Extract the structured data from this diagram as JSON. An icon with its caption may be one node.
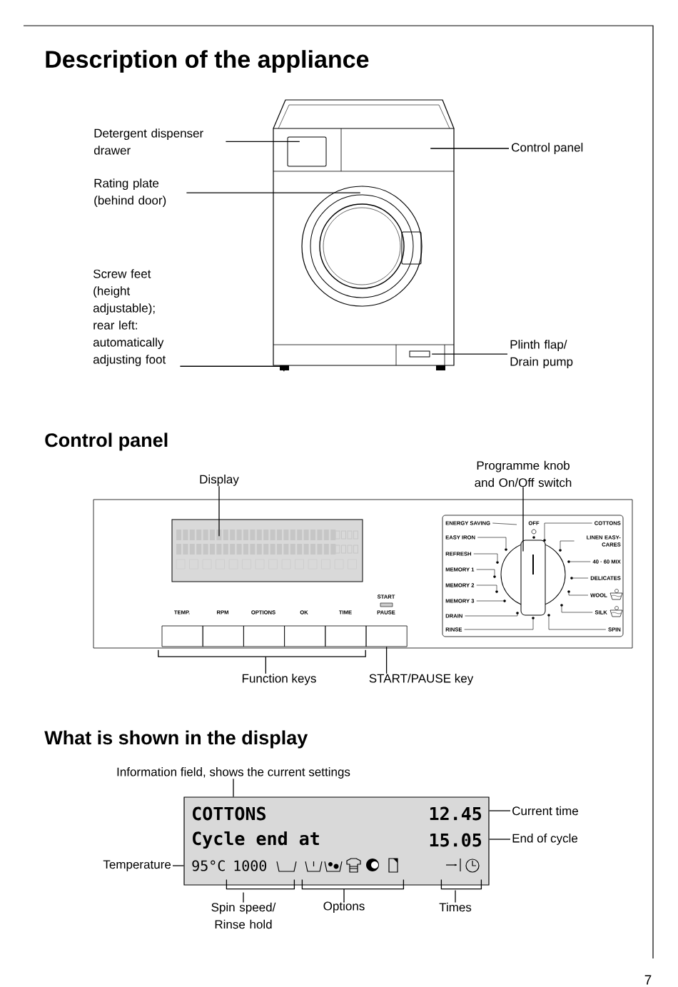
{
  "diagram": {
    "title": "Description of the appliance",
    "nodes": [
      {
        "text": [
          "Detergent dispenser drawer"
        ]
      },
      {
        "text": [
          "Rating plate (behind door)"
        ]
      },
      {
        "text": [
          "Screw feet (height adjustable); rear left: automatically adjusting foot"
        ]
      },
      {
        "text": [
          "Control panel"
        ]
      },
      {
        "text": [
          "Plinth flap/ Drain pump"
        ]
      },
      {
        "text": [
          "Display"
        ]
      },
      {
        "text": [
          "Programme knob and On/Off switch"
        ]
      },
      {
        "text": [
          "Function keys"
        ]
      },
      {
        "text": [
          "START/PAUSE key"
        ]
      },
      {
        "text": [
          "Information field, shows the current settings"
        ]
      },
      {
        "text": [
          "COTTONS",
          "12.45",
          "Cycle end at",
          "15.05",
          "95°C",
          "1000"
        ]
      },
      {
        "text": [
          "Current time"
        ]
      },
      {
        "text": [
          "End of cycle"
        ]
      },
      {
        "text": [
          "Temperature"
        ]
      },
      {
        "text": [
          "Spin speed/ Rinse hold"
        ]
      },
      {
        "text": [
          "Options"
        ]
      },
      {
        "text": [
          "Times"
        ]
      },
      {
        "text": [
          "ENERGY SAVING"
        ]
      },
      {
        "text": [
          "COTTONS"
        ]
      },
      {
        "text": [
          "EASY IRON"
        ]
      },
      {
        "text": [
          "LINEN EASY-CARES"
        ]
      },
      {
        "text": [
          "REFRESH"
        ]
      },
      {
        "text": [
          "40 · 60 MIX"
        ]
      },
      {
        "text": [
          "MEMORY 1"
        ]
      },
      {
        "text": [
          "DELICATES"
        ]
      },
      {
        "text": [
          "MEMORY 2"
        ]
      },
      {
        "text": [
          "WOOL"
        ]
      },
      {
        "text": [
          "MEMORY 3"
        ]
      },
      {
        "text": [
          "SILK"
        ]
      },
      {
        "text": [
          "DRAIN"
        ]
      },
      {
        "text": [
          "RINSE"
        ]
      },
      {
        "text": [
          "SPIN"
        ]
      },
      {
        "text": [],
        "shape": "box"
      },
      {
        "text": [],
        "shape": "box"
      },
      {
        "text": [],
        "shape": "box"
      },
      {
        "text": [],
        "shape": "box"
      },
      {
        "text": [],
        "shape": "box"
      },
      {
        "text": [],
        "shape": "box"
      },
      {
        "text": [],
        "shape": "picture"
      },
      {
        "text": [],
        "shape": "circle"
      },
      {
        "text": [],
        "shape": "circle"
      },
      {
        "text": [],
        "shape": "circle"
      },
      {
        "text": [],
        "shape": "circle"
      },
      {
        "text": [],
        "shape": "circle"
      },
      {
        "text": [],
        "shape": "circle"
      },
      {
        "text": [],
        "shape": "circle"
      },
      {
        "text": [],
        "shape": "circle"
      },
      {
        "text": [],
        "shape": "circle"
      },
      {
        "text": [],
        "shape": "circle"
      },
      {
        "text": [],
        "shape": "circle"
      },
      {
        "text": [],
        "shape": "circle"
      },
      {
        "text": [],
        "shape": "circle"
      },
      {
        "text": [],
        "shape": "circle"
      },
      {
        "text": [],
        "shape": "bar"
      }
    ],
    "edges": [
      {
        "from": 0,
        "to": 38,
        "arrow": "none"
      },
      {
        "from": 1,
        "to": 38,
        "arrow": "none"
      },
      {
        "from": 2,
        "to": 38,
        "arrow": "none"
      },
      {
        "from": 3,
        "to": 38,
        "arrow": "none"
      },
      {
        "from": 4,
        "to": 38,
        "arrow": "none"
      },
      {
        "from": 5,
        "to": null,
        "arrow": "none"
      },
      {
        "from": 6,
        "to": null,
        "arrow": "none"
      },
      {
        "from": 7,
        "to": 53,
        "arrow": "none"
      },
      {
        "from": 8,
        "to": 37,
        "arrow": "none"
      },
      {
        "from": 9,
        "to": 10,
        "arrow": "none"
      },
      {
        "from": 11,
        "to": 10,
        "arrow": "none"
      },
      {
        "from": 12,
        "to": 10,
        "arrow": "none"
      },
      {
        "from": 13,
        "to": 10,
        "arrow": "none"
      },
      {
        "from": 14,
        "to": 10,
        "arrow": "none"
      },
      {
        "from": 15,
        "to": 10,
        "arrow": "none"
      },
      {
        "from": 16,
        "to": 10,
        "arrow": "none"
      },
      {
        "from": 17,
        "to": null,
        "arrow": "none"
      },
      {
        "from": 18,
        "to": 39,
        "arrow": "none"
      },
      {
        "from": 19,
        "to": 40,
        "arrow": "none"
      },
      {
        "from": 20,
        "to": 41,
        "arrow": "none"
      },
      {
        "from": 21,
        "to": 42,
        "arrow": "none"
      },
      {
        "from": 22,
        "to": 43,
        "arrow": "none"
      },
      {
        "from": 23,
        "to": 44,
        "arrow": "none"
      },
      {
        "from": 24,
        "to": 45,
        "arrow": "none"
      },
      {
        "from": 25,
        "to": 46,
        "arrow": "none"
      },
      {
        "from": 26,
        "to": 47,
        "arrow": "none"
      },
      {
        "from": 27,
        "to": 48,
        "arrow": "none"
      },
      {
        "from": 28,
        "to": 49,
        "arrow": "none"
      },
      {
        "from": 29,
        "to": 50,
        "arrow": "none"
      },
      {
        "from": 30,
        "to": 51,
        "arrow": "none"
      },
      {
        "from": 31,
        "to": 52,
        "arrow": "none"
      }
    ],
    "labels": [
      "Control panel",
      "OFF",
      "START",
      "TEMP.",
      "RPM",
      "OPTIONS",
      "OK",
      "TIME",
      "PAUSE",
      "What is shown in the display",
      "7"
    ]
  }
}
